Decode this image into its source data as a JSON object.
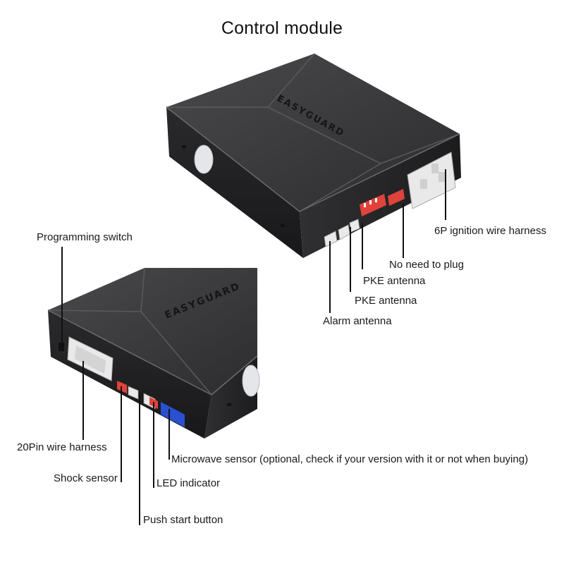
{
  "title": "Control module",
  "brand": "EASYGUARD",
  "labels": {
    "ignition_harness": "6P ignition wire harness",
    "no_need_to_plug": "No need to plug",
    "pke_antenna_1": "PKE antenna",
    "pke_antenna_2": "PKE antenna",
    "alarm_antenna": "Alarm antenna",
    "programming_switch": "Programming switch",
    "pin20_harness": "20Pin wire harness",
    "shock_sensor": "Shock sensor",
    "led_indicator": "LED indicator",
    "push_start_button": "Push start button",
    "microwave_sensor": "Microwave sensor (optional, check if your version with it or not when buying)"
  },
  "colors": {
    "body_dark": "#2b2b2d",
    "top_face": "#3a3a3c",
    "connector_red": "#e0423c",
    "connector_blue": "#2a4fd0",
    "connector_white": "#e9e9e9",
    "leader_line": "#111111"
  }
}
